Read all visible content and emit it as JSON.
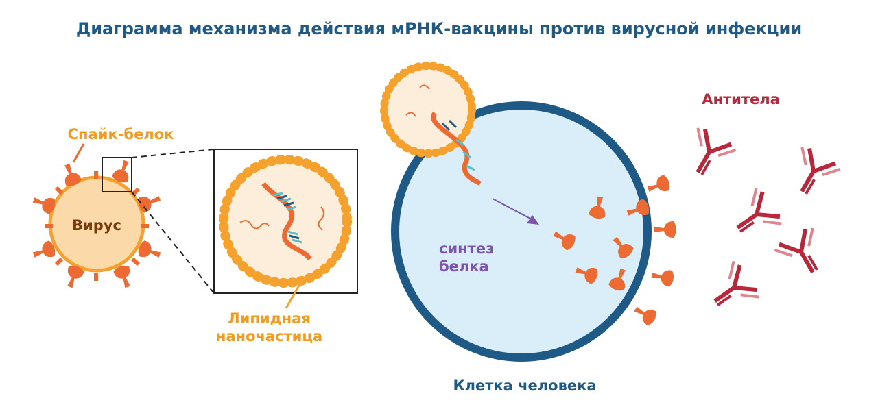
{
  "title": "Диаграмма механизма действия мРНК-вакцины против вирусной инфекции",
  "labels": {
    "spike": "Спайк-белок",
    "virus": "Вирус",
    "nanoparticle_line1": "Липидная",
    "nanoparticle_line2": "наночастица",
    "synthesis_line1": "синтез",
    "synthesis_line2": "белка",
    "cell": "Клетка человека",
    "antibodies": "Антитела"
  },
  "colors": {
    "title": "#1f5a86",
    "spike": "#ee6a33",
    "virus_fill": "#fbd9a9",
    "lipid": "#f4a12d",
    "cell_fill": "#d9eef8",
    "cell_border": "#1f5a86",
    "antibody": "#b8283a",
    "arrow": "#7a55ab"
  },
  "icons": [
    "virus-icon",
    "spike-protein-icon",
    "lipid-nanoparticle-icon",
    "mrna-strand-icon",
    "antibody-icon",
    "arrow-icon"
  ]
}
